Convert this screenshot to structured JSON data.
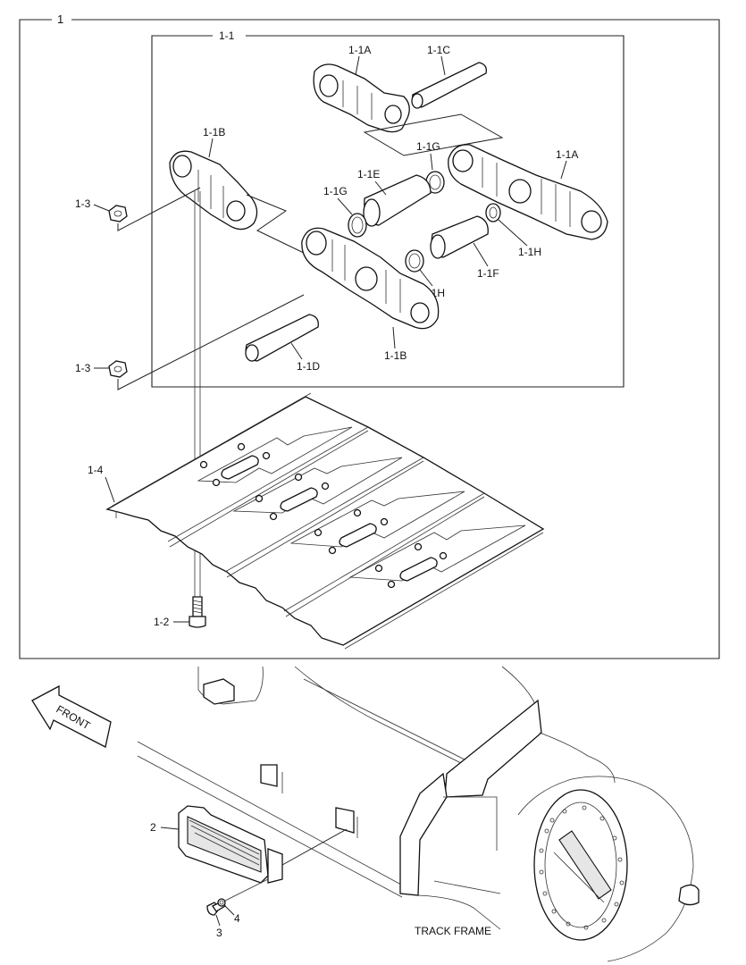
{
  "labels": {
    "assembly": "1",
    "chain": "1-1",
    "link_a_top": "1-1A",
    "pin_c": "1-1C",
    "link_b_left": "1-1B",
    "seal_g_top": "1-1G",
    "link_a_right": "1-1A",
    "bushing_e": "1-1E",
    "seal_g_left": "1-1G",
    "nut_top": "1-3",
    "seal_h_right": "1-1H",
    "bushing_f": "1-1F",
    "seal_h_mid": "1-1H",
    "pin_d": "1-1D",
    "link_b_bottom": "1-1B",
    "nut_bottom": "1-3",
    "shoe": "1-4",
    "bolt": "1-2",
    "front": "FRONT",
    "guard": "2",
    "bolt_small": "3",
    "washer": "4",
    "track_frame": "TRACK FRAME"
  },
  "colors": {
    "line": "#222222",
    "shade": "#e6e6e6",
    "background": "#ffffff"
  }
}
